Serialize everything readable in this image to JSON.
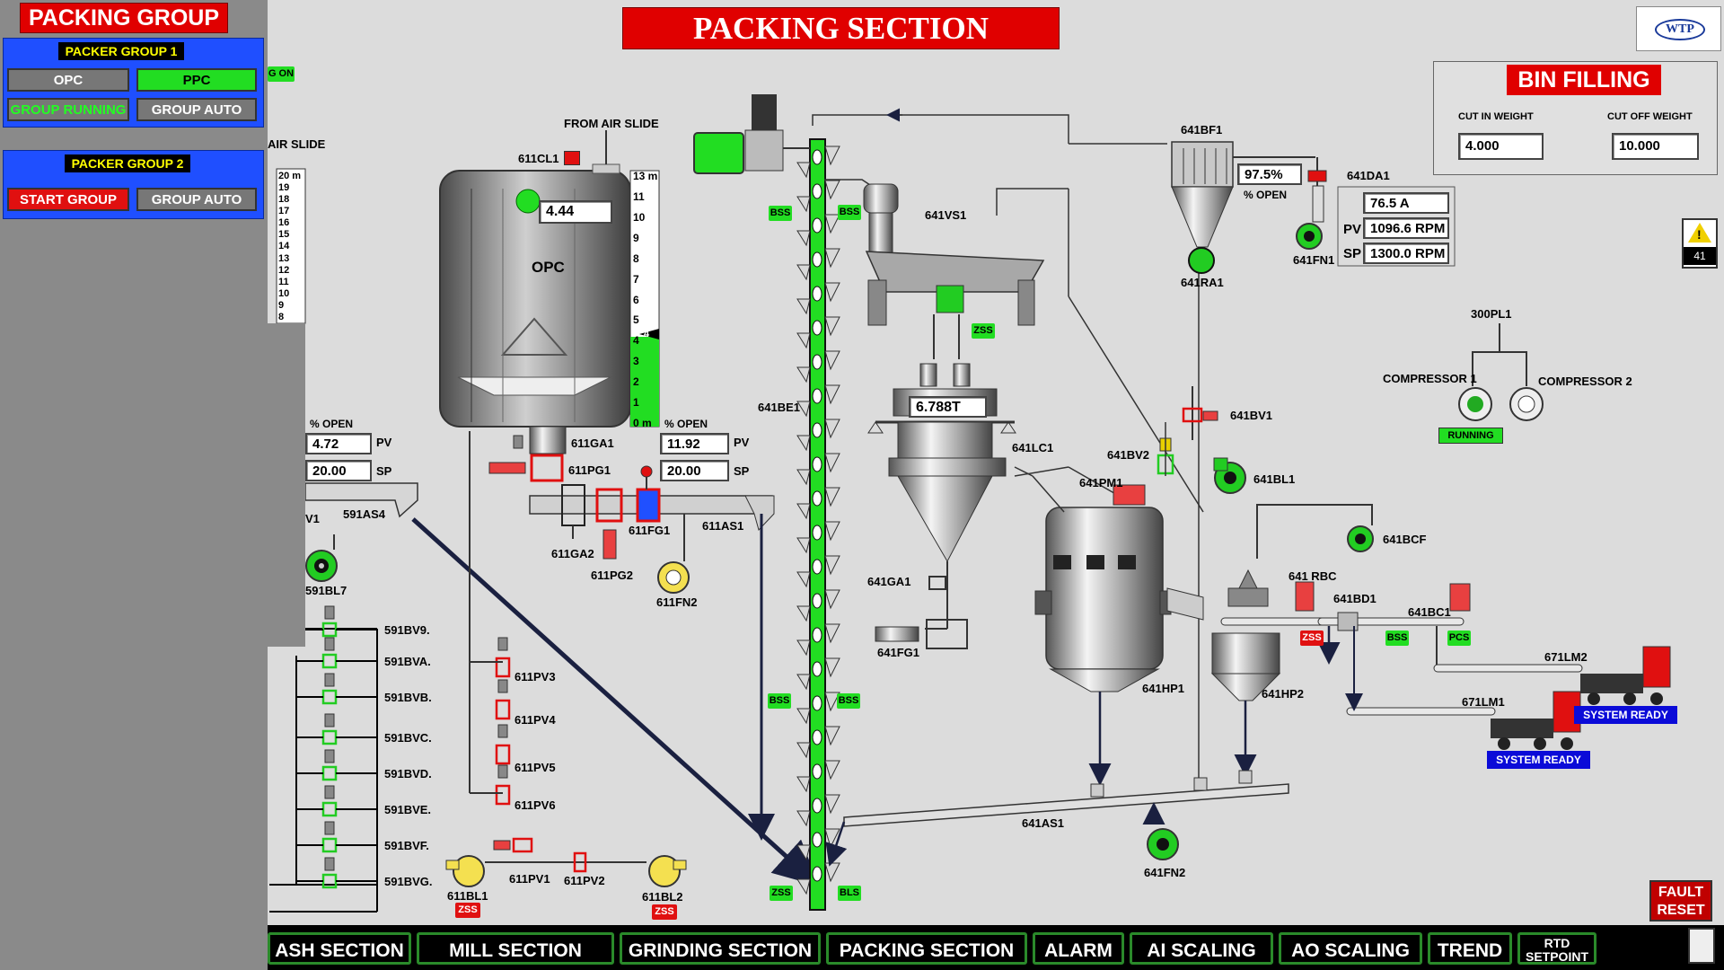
{
  "screen_title": "PACKING SECTION",
  "logo_text": "WTP",
  "left_panel": {
    "title": "PACKING GROUP",
    "group1": {
      "title": "PACKER GROUP 1",
      "opc": "OPC",
      "ppc": "PPC",
      "running": "GROUP RUNNING",
      "auto": "GROUP AUTO"
    },
    "group2": {
      "title": "PACKER GROUP 2",
      "start": "START GROUP",
      "auto": "GROUP AUTO"
    },
    "partial_on": "G ON",
    "air_slide": "AIR SLIDE"
  },
  "bin_filling": {
    "title": "BIN FILLING",
    "cut_in_label": "CUT IN WEIGHT",
    "cut_in_value": "4.000",
    "cut_off_label": "CUT OFF WEIGHT",
    "cut_off_value": "10.000"
  },
  "alarm_count": "41",
  "fault_reset": "FAULT RESET",
  "silo": {
    "name": "OPC",
    "level": "4.44",
    "source": "FROM AIR SLIDE",
    "cl": "611CL1",
    "scale": [
      "13 m",
      "11",
      "10",
      "9",
      "8",
      "7",
      "6",
      "5",
      "4",
      "3",
      "2",
      "1",
      "0 m"
    ],
    "indicator": "4",
    "left_scale": [
      "20 m",
      "19",
      "18",
      "17",
      "16",
      "15",
      "14",
      "13",
      "12",
      "11",
      "10",
      "9",
      "8"
    ]
  },
  "left_pct": {
    "label": "% OPEN",
    "pv": "4.72",
    "sp": "20.00",
    "pv_lbl": "PV",
    "sp_lbl": "SP"
  },
  "mid_pct": {
    "label": "% OPEN",
    "pv": "11.92",
    "sp": "20.00",
    "pv_lbl": "PV",
    "sp_lbl": "SP"
  },
  "tags": {
    "v1": "V1",
    "as4": "591AS4",
    "bl7": "591BL7",
    "bv": [
      "591BV9.",
      "591BVA.",
      "591BVB.",
      "591BVC.",
      "591BVD.",
      "591BVE.",
      "591BVF.",
      "591BVG."
    ],
    "ga1": "611GA1",
    "pg1": "611PG1",
    "ga2": "611GA2",
    "pg2": "611PG2",
    "fg1": "611FG1",
    "as1": "611AS1",
    "fn2": "611FN2",
    "pv3": "611PV3",
    "pv4": "611PV4",
    "pv5": "611PV5",
    "pv6": "611PV6",
    "pv1": "611PV1",
    "pv2": "611PV2",
    "bl1": "611BL1",
    "bl2": "611BL2",
    "be1": "641BE1",
    "vs1": "641VS1",
    "lc1": "641LC1",
    "weight": "6.788T",
    "ga641": "641GA1",
    "fg641": "641FG1",
    "bf1": "641BF1",
    "da1": "641DA1",
    "ra1": "641RA1",
    "fn1": "641FN1",
    "bv1": "641BV1",
    "bv2": "641BV2",
    "pm1": "641PM1",
    "bl641": "641BL1",
    "bcf": "641BCF",
    "rbc": "641 RBC",
    "bd1": "641BD1",
    "bc1": "641BC1",
    "hp1": "641HP1",
    "hp2": "641HP2",
    "as641": "641AS1",
    "fn641": "641FN2",
    "lm1": "671LM1",
    "lm2": "671LM2",
    "pl1": "300PL1",
    "comp1": "COMPRESSOR 1",
    "comp2": "COMPRESSOR 2"
  },
  "filter": {
    "open_pct": "97.5%",
    "open_label": "% OPEN",
    "amps": "76.5 A",
    "pv_lbl": "PV",
    "pv": "1096.6 RPM",
    "sp_lbl": "SP",
    "sp": "1300.0 RPM"
  },
  "status": {
    "bss": "BSS",
    "zss": "ZSS",
    "bls": "BLS",
    "pcs": "PCS",
    "running": "RUNNING",
    "system_ready": "SYSTEM READY"
  },
  "nav": [
    "ASH SECTION",
    "MILL SECTION",
    "GRINDING SECTION",
    "PACKING SECTION",
    "ALARM",
    "AI SCALING",
    "AO SCALING",
    "TREND",
    "RTD SETPOINT"
  ],
  "colors": {
    "title_bg": "#e00000",
    "panel_blue": "#1f4fff",
    "active_green": "#22dd22",
    "elevator_green": "#22dd22",
    "ready_blue": "#0b0bd8",
    "fault_red": "#c00000"
  }
}
